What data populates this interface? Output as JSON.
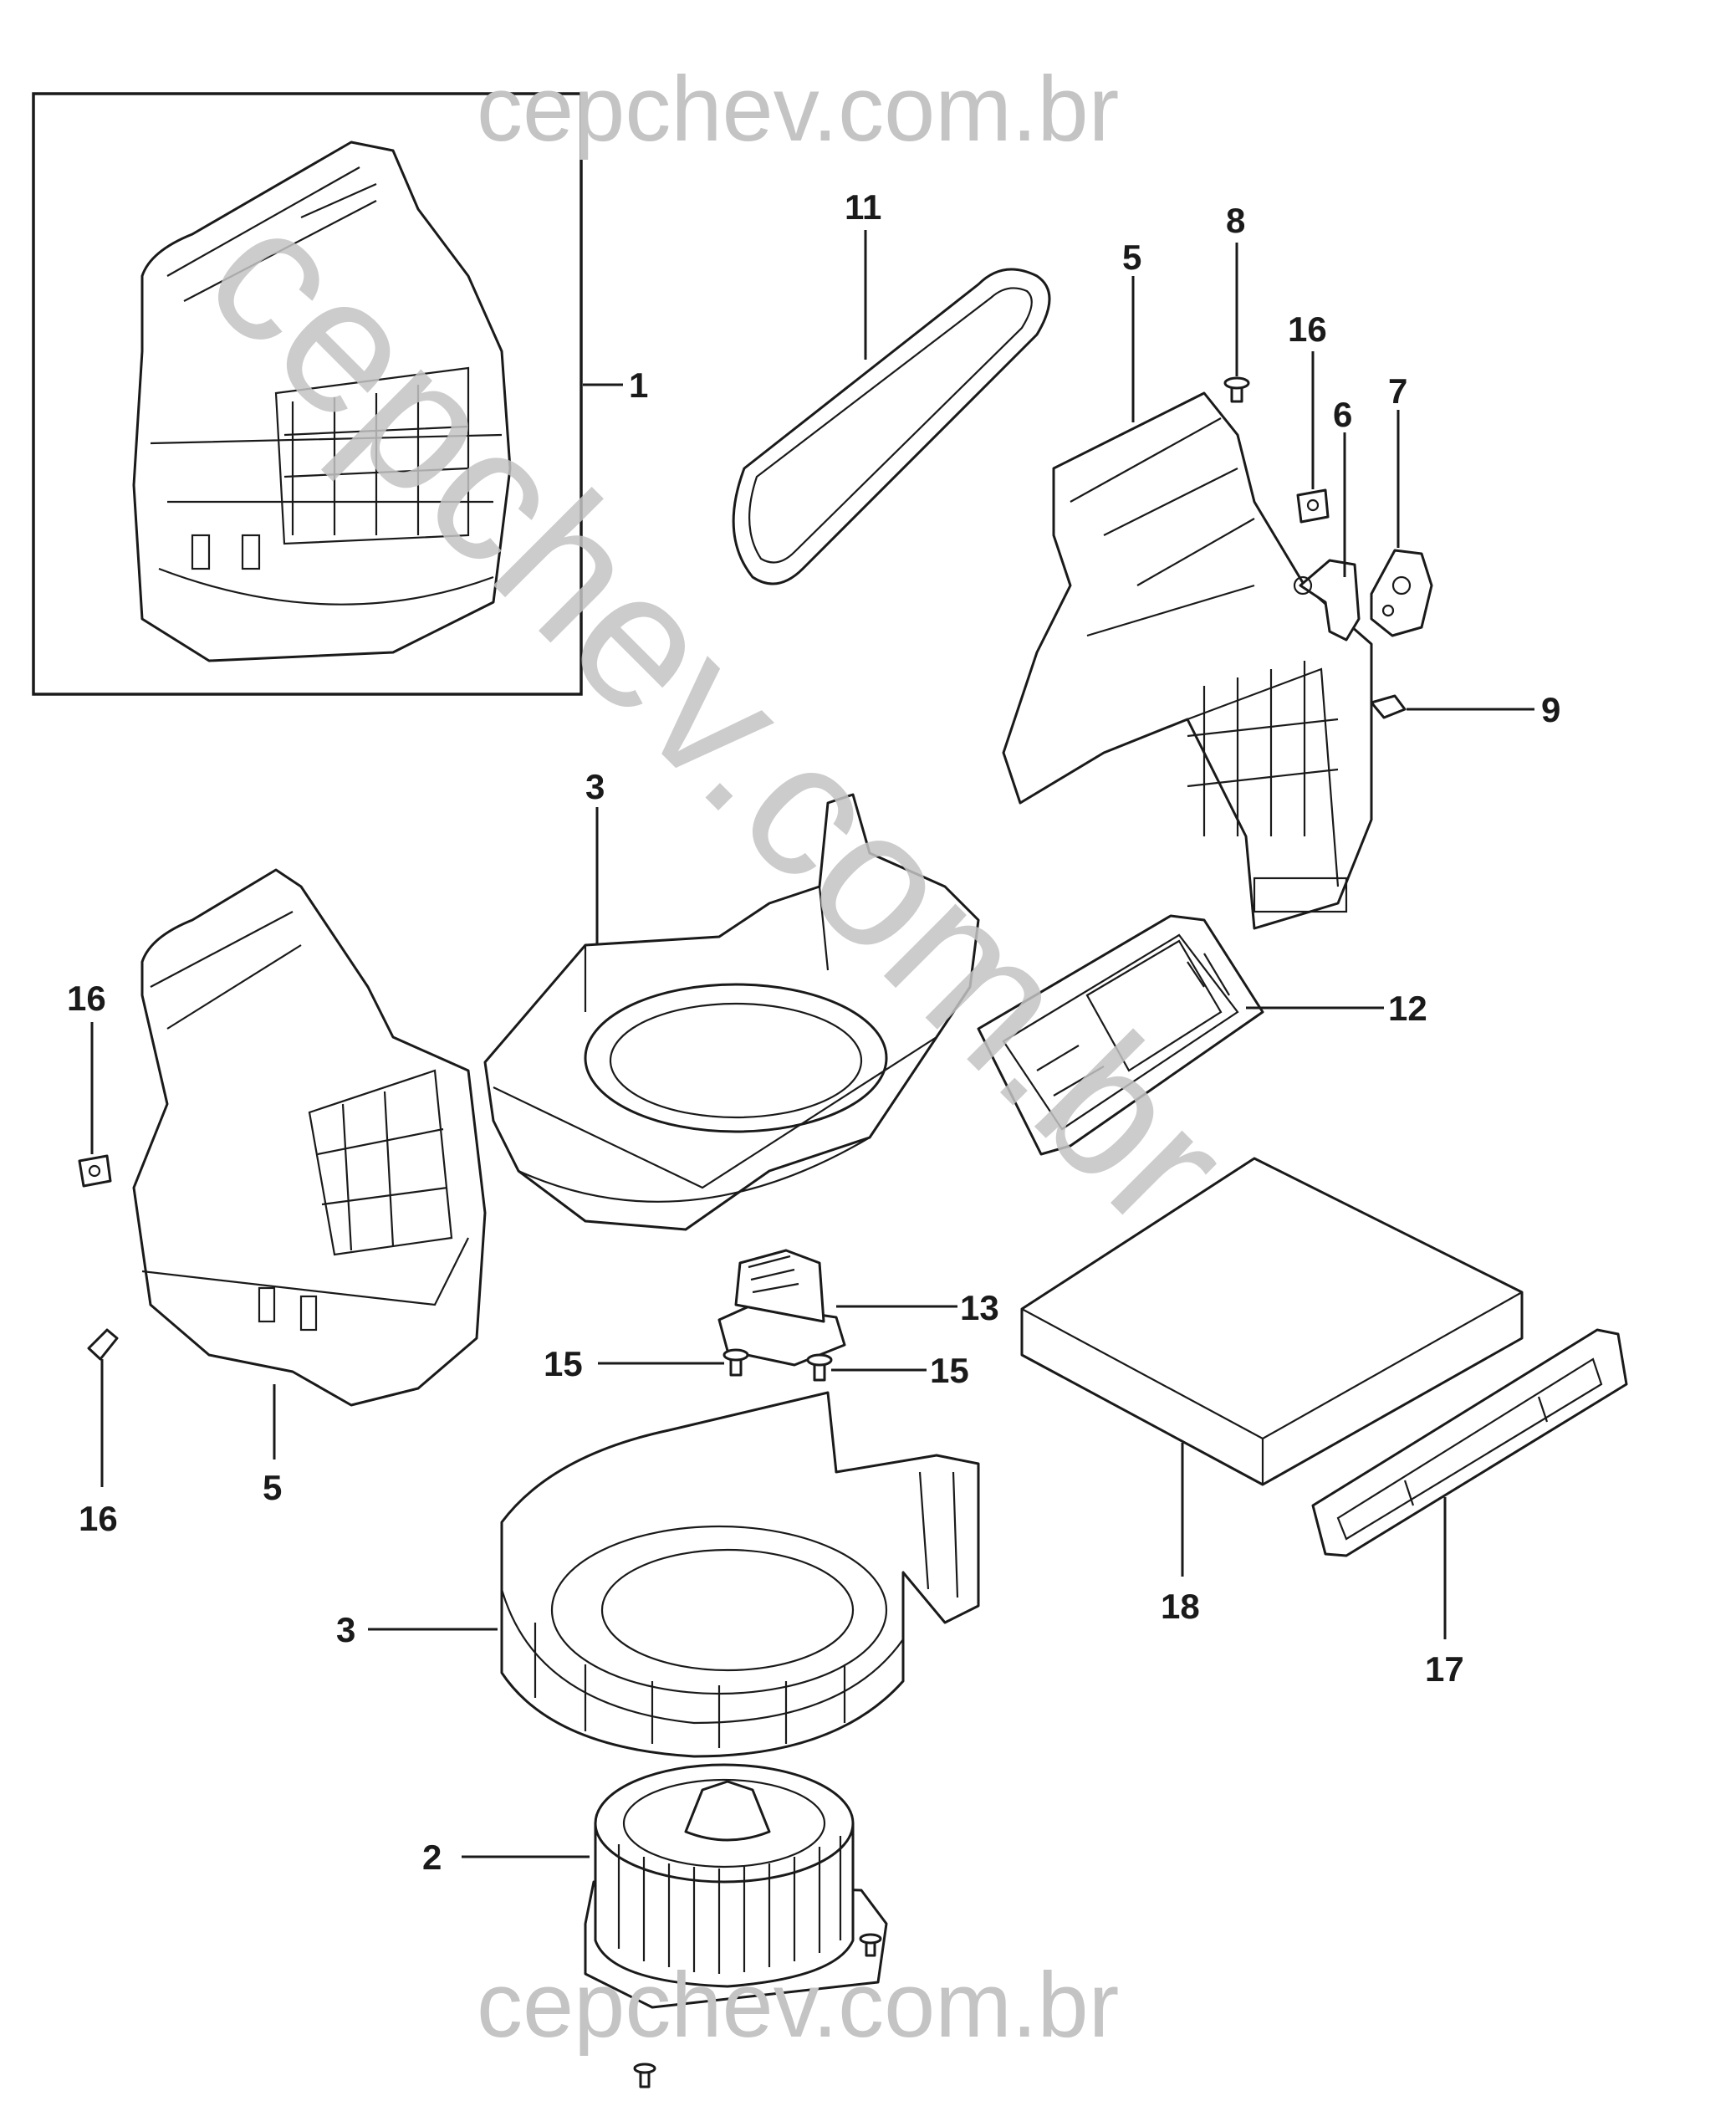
{
  "watermarks": {
    "top": "cepchev.com.br",
    "bottom": "cepchev.com.br",
    "diagonal": "cepchev.com.br"
  },
  "callouts": {
    "c1": "1",
    "c2": "2",
    "c3a": "3",
    "c3b": "3",
    "c5a": "5",
    "c5b": "5",
    "c6": "6",
    "c7": "7",
    "c8": "8",
    "c9": "9",
    "c11": "11",
    "c12": "12",
    "c13": "13",
    "c15a": "15",
    "c15b": "15",
    "c16a": "16",
    "c16b": "16",
    "c16c": "16",
    "c17": "17",
    "c18": "18"
  },
  "colors": {
    "ink": "#1a1a1a",
    "watermark": "#c4c4c4",
    "background": "#ffffff"
  }
}
